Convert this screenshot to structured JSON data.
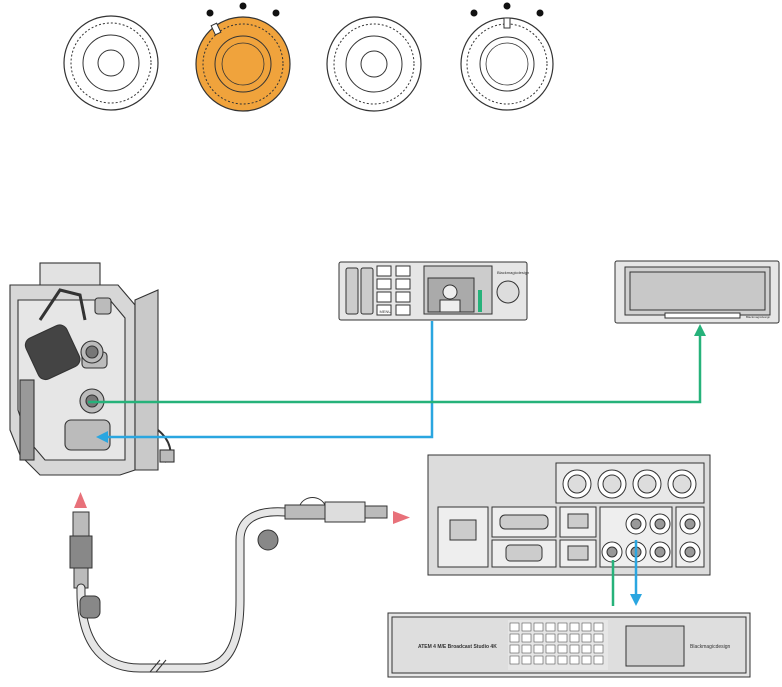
{
  "colors": {
    "background": "#ffffff",
    "outline": "#333333",
    "device_gray": "#dcdcdc",
    "device_dark": "#2b2b2b",
    "knob_active": "#f0a33c",
    "arrow_red": "#e8717a",
    "arrow_blue": "#2aa6e0",
    "arrow_green": "#26b27a"
  },
  "knobs": [
    {
      "state": "inactive",
      "icon": "knob-plain-icon"
    },
    {
      "state": "active",
      "icon": "knob-orange-icon"
    },
    {
      "state": "inactive",
      "icon": "knob-plain-icon"
    },
    {
      "state": "inactive-with-dots",
      "icon": "knob-dots-icon"
    }
  ],
  "devices": {
    "recorder": {
      "brand": "Blackmagicdesign",
      "menu_label": "MENU",
      "icon": "hyperdeck-recorder-icon"
    },
    "monitor": {
      "brand": "Blackmagicdesign",
      "icon": "smartview-monitor-icon"
    },
    "converter": {
      "icon": "studio-fiber-converter-icon"
    },
    "switcher": {
      "model": "ATEM 4 M/E Broadcast Studio 4K",
      "brand": "Blackmagicdesign",
      "icon": "atem-switcher-icon"
    },
    "camera_converter": {
      "icon": "camera-fiber-converter-icon"
    },
    "cable": {
      "icon": "smpte-fiber-cable-icon"
    }
  }
}
